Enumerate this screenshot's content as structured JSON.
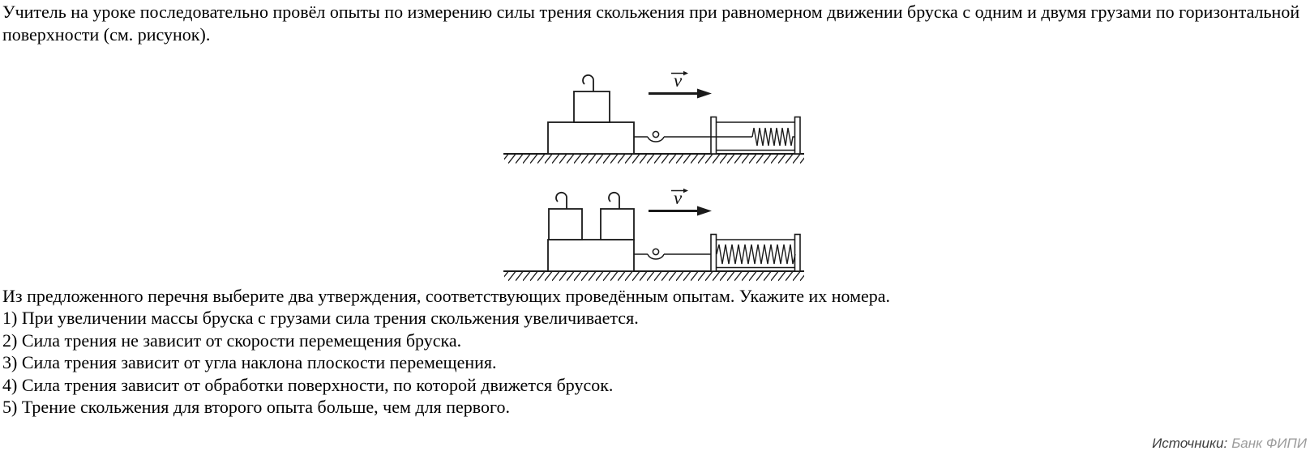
{
  "page": {
    "background": "#ffffff",
    "text_color": "#000000"
  },
  "problem": {
    "intro": "Учитель на уроке последовательно провёл опыты по измерению силы трения скольжения при равномерном движении бруска с одним и двумя грузами по горизонтальной поверхности (см. рисунок).",
    "question": "Из предложенного перечня выберите два утверждения, соответствующих проведённым опытам. Укажите их номера.",
    "options": [
      "1) При увеличении массы бруска с грузами сила трения скольжения увеличивается.",
      "2) Сила трения не зависит от скорости перемещения бруска.",
      "3) Сила трения зависит от угла наклона плоскости перемещения.",
      "4) Сила трения зависит от обработки поверхности, по которой движется брусок.",
      "5) Трение скольжения для второго опыта больше, чем для первого."
    ]
  },
  "figures": [
    {
      "id": "experiment-1",
      "weights_on_block": 1,
      "velocity_label": "v"
    },
    {
      "id": "experiment-2",
      "weights_on_block": 2,
      "velocity_label": "v"
    }
  ],
  "footer": {
    "sources_label": "Источники:",
    "source_name": "Банк ФИПИ",
    "source_name_color": "#9b9b9b"
  }
}
